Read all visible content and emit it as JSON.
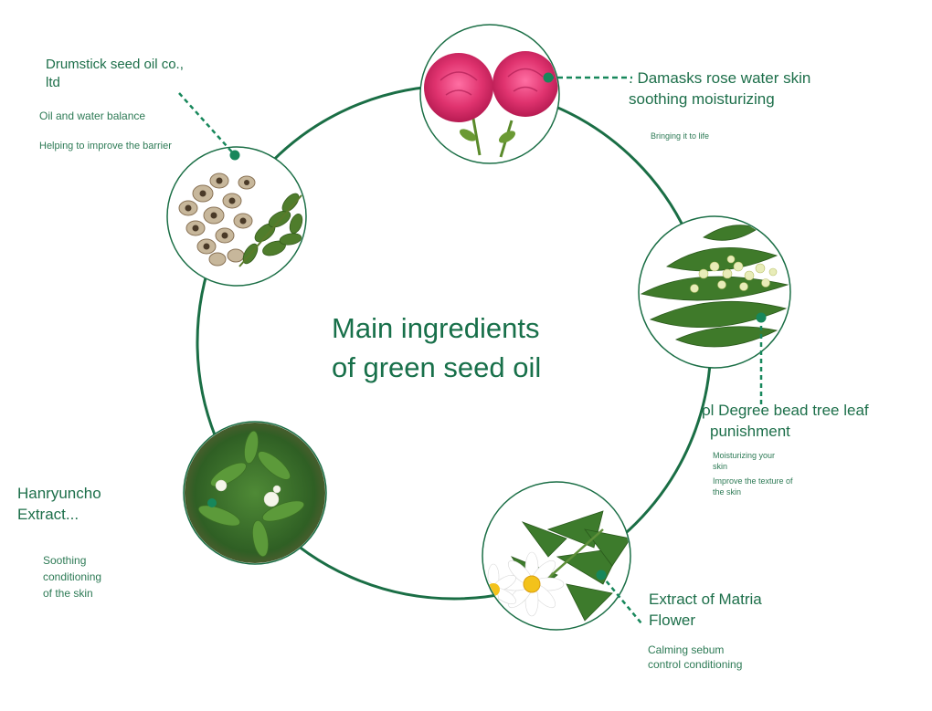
{
  "title": {
    "line1": "Main ingredients",
    "line2": "of green seed oil"
  },
  "colors": {
    "ring": "#1a6e45",
    "accent": "#17875b",
    "text": "#1d6f4a"
  },
  "ingredients": [
    {
      "id": "drumstick",
      "image": "moringa-seeds-and-leaves",
      "name": [
        "Drumstick seed oil co.,",
        "ltd"
      ],
      "benefits": [
        "Oil and water balance",
        "Helping to improve the barrier"
      ]
    },
    {
      "id": "rose",
      "image": "damask-rose",
      "name": [
        ". Damasks rose water skin",
        "soothing moisturizing"
      ],
      "benefits": [
        "Bringing it to life"
      ]
    },
    {
      "id": "neem",
      "image": "neem-leaves-and-flowers",
      "name": [
        "ρl Degree bead tree leaf",
        "punishment"
      ],
      "benefits": [
        "Moisturizing your",
        "skin",
        "Improve the texture of",
        "the skin"
      ]
    },
    {
      "id": "matricaria",
      "image": "chamomile-and-nettle",
      "name": [
        "Extract of Matria",
        "Flower"
      ],
      "benefits": [
        "Calming sebum",
        "control conditioning"
      ]
    },
    {
      "id": "hanryuncho",
      "image": "eclipta-herb",
      "name": [
        "Hanryuncho",
        "Extract..."
      ],
      "benefits": [
        "Soothing",
        "conditioning",
        "of the skin"
      ]
    }
  ]
}
